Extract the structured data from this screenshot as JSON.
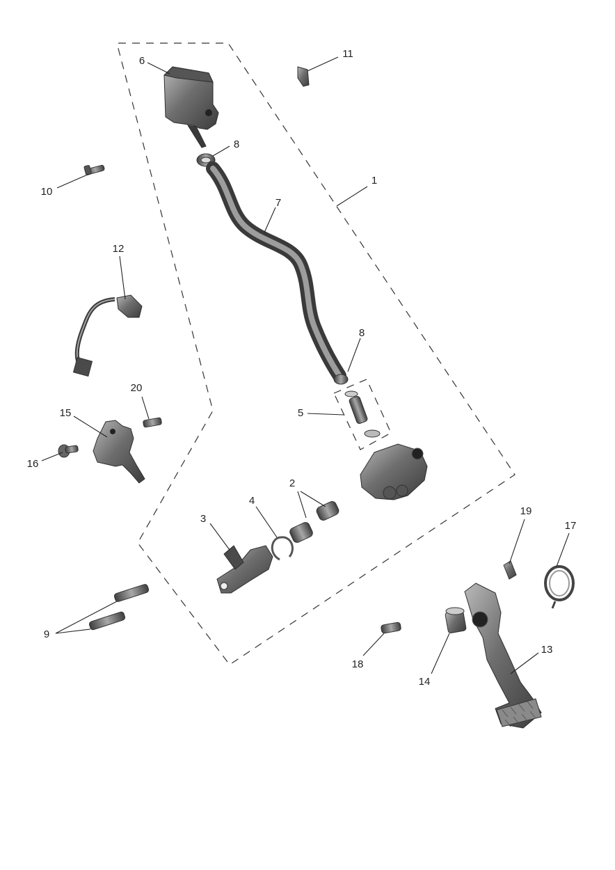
{
  "callouts": {
    "c1": "1",
    "c2": "2",
    "c3": "3",
    "c4": "4",
    "c5": "5",
    "c6": "6",
    "c7": "7",
    "c8a": "8",
    "c8b": "8",
    "c9": "9",
    "c10": "10",
    "c11": "11",
    "c12": "12",
    "c13": "13",
    "c14": "14",
    "c15": "15",
    "c16": "16",
    "c17": "17",
    "c18": "18",
    "c19": "19",
    "c20": "20"
  },
  "colors": {
    "part_dark": "#4a4a4a",
    "part_mid": "#6b6b6b",
    "part_light": "#9a9a9a",
    "highlight": "#c4c4c4",
    "line": "#222222"
  }
}
